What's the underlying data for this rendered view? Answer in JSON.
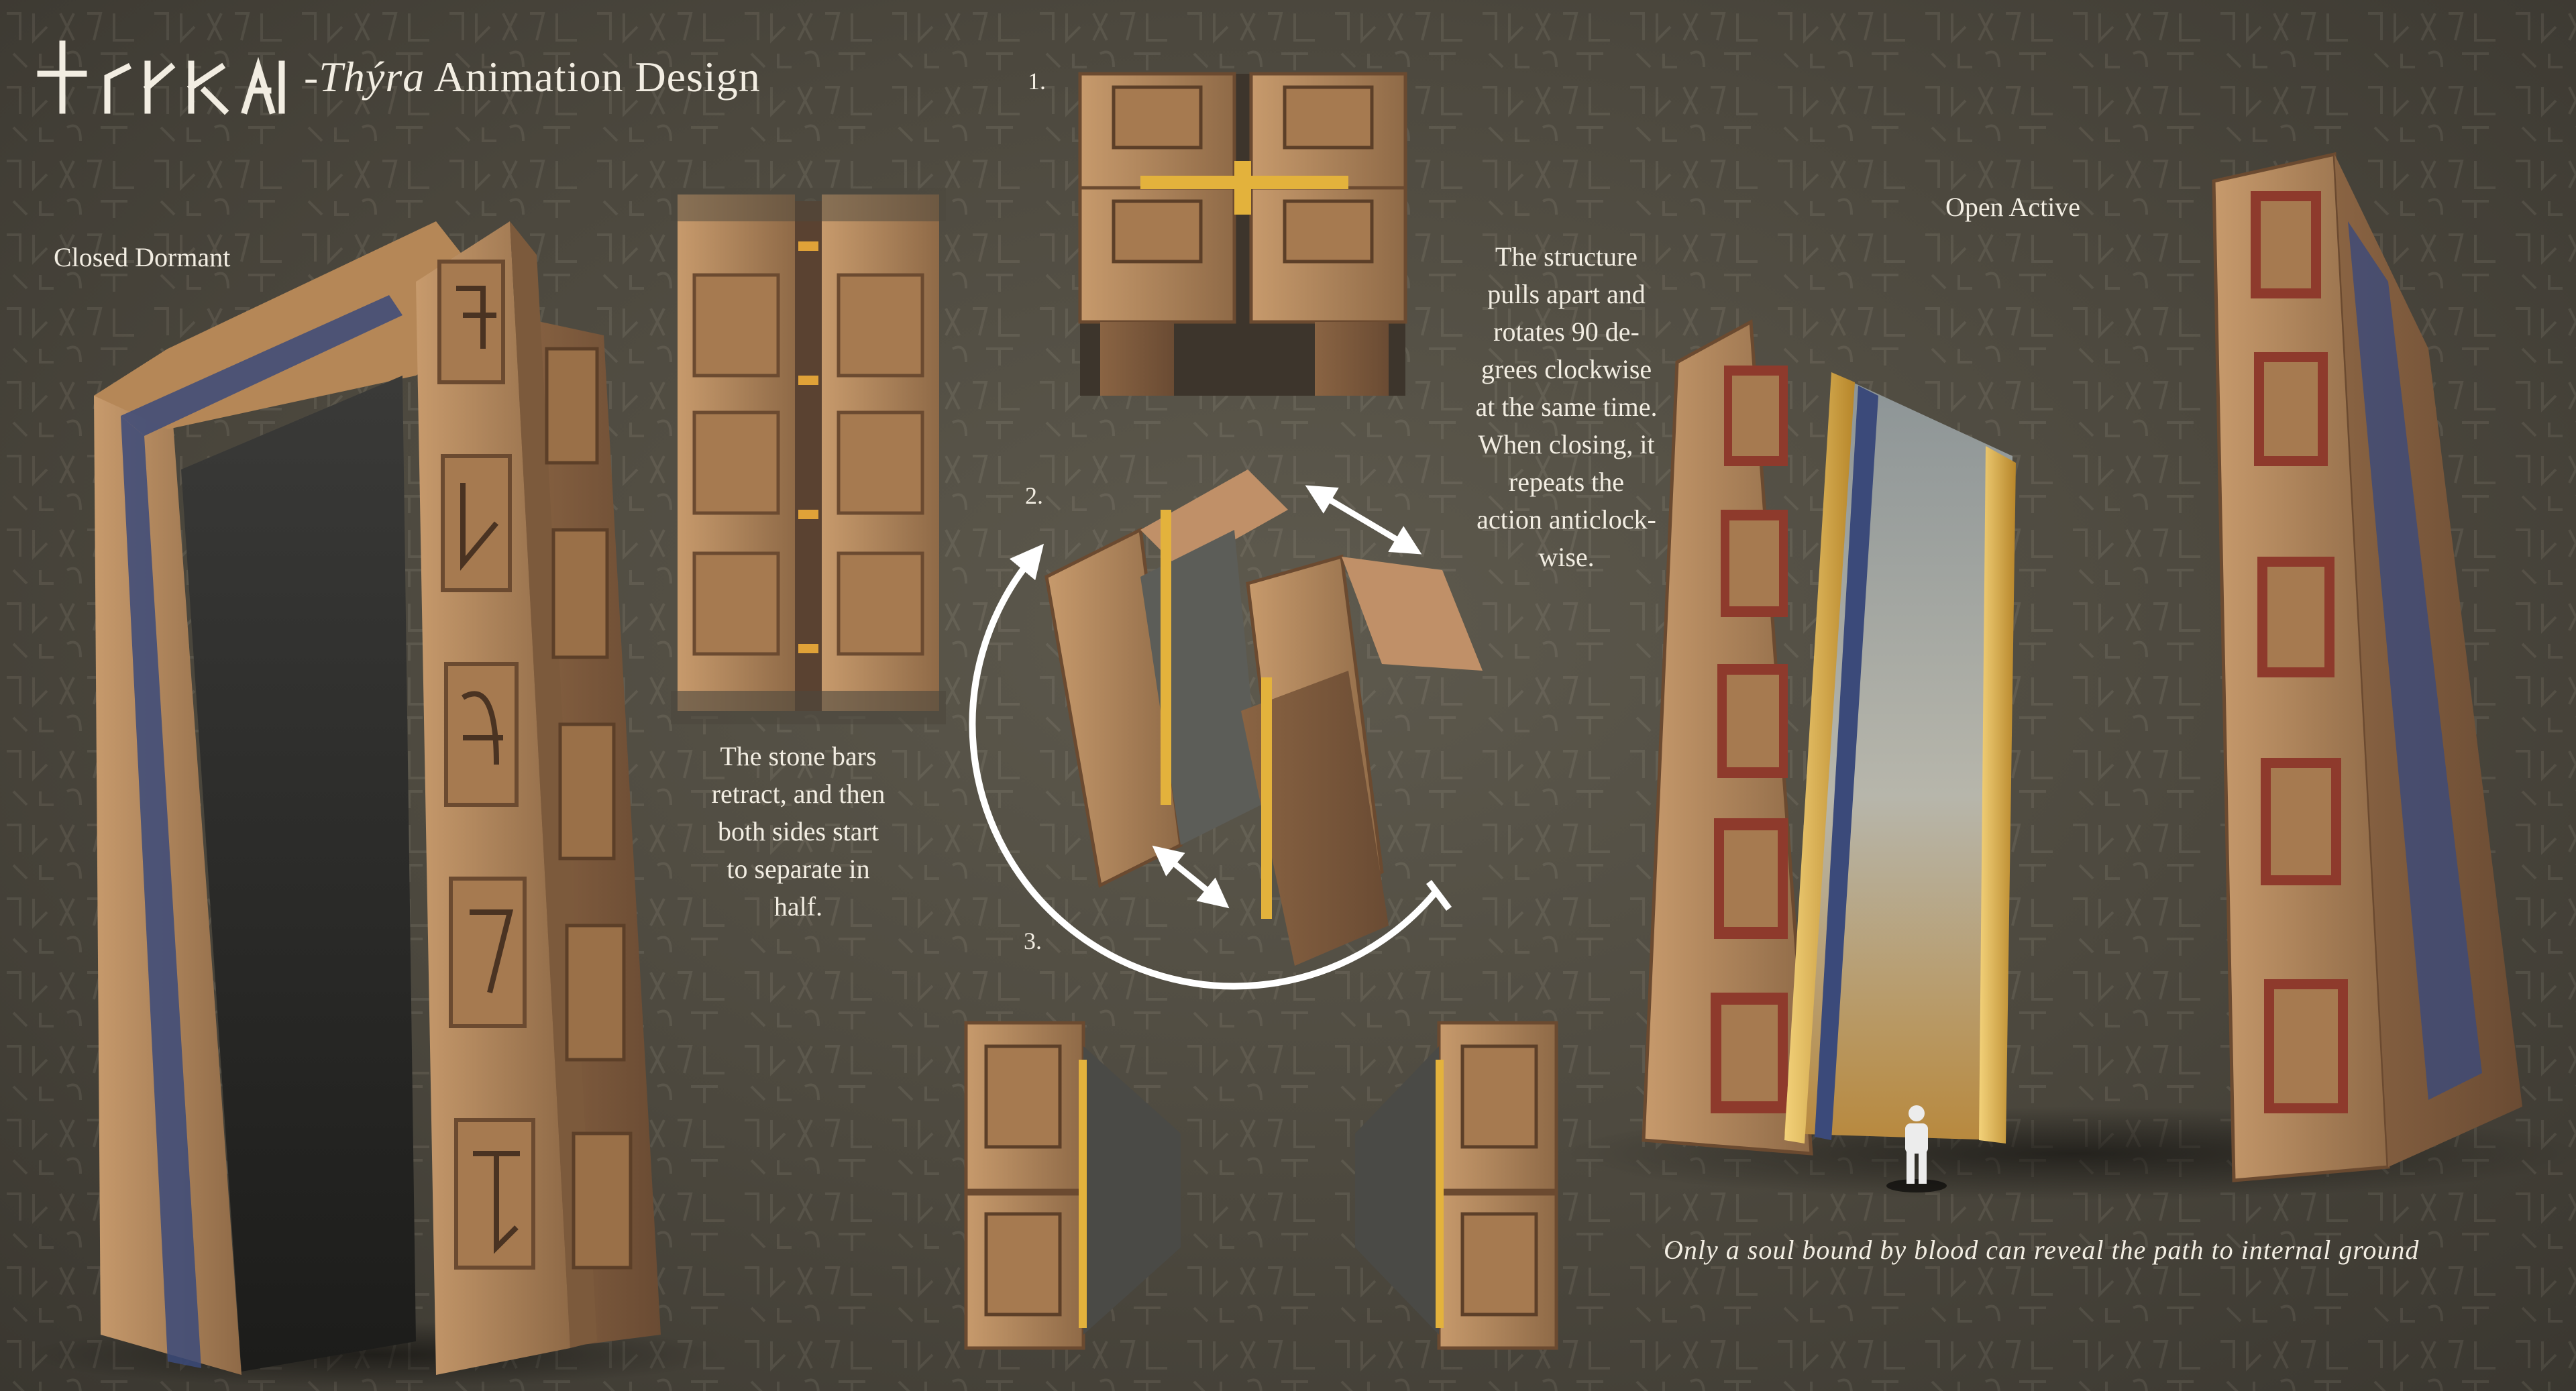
{
  "title": {
    "prefix": "-",
    "name": "Thýra",
    "rest": " Animation Design"
  },
  "labels": {
    "closed": "Closed Dormant",
    "open": "Open Active"
  },
  "steps": [
    "1.",
    "2.",
    "3."
  ],
  "captions": {
    "bars": [
      "The stone bars",
      "retract, and then",
      "both sides start",
      "to separate in",
      "half."
    ],
    "rotate": [
      "The structure",
      "pulls apart and",
      "rotates 90 de-",
      "grees clockwise",
      "at the same time.",
      "When closing, it",
      "repeats the",
      "action anticlock-",
      "wise."
    ]
  },
  "tagline": "Only a soul bound by blood can reveal the path to internal ground",
  "colors": {
    "background": "#4c483e",
    "stone": "#b98a5e",
    "stone_dark": "#7c5a3c",
    "gold": "#e3b23c",
    "red_inlay": "#8e3a2c",
    "blue_inlay": "#3b4a7a",
    "text": "#f2ede2"
  },
  "icons": {
    "logo": "thyra-rune-logo",
    "arrows": "double-headed-arrow",
    "rotation": "clockwise-arc-arrow",
    "scale_figure": "human-silhouette"
  }
}
